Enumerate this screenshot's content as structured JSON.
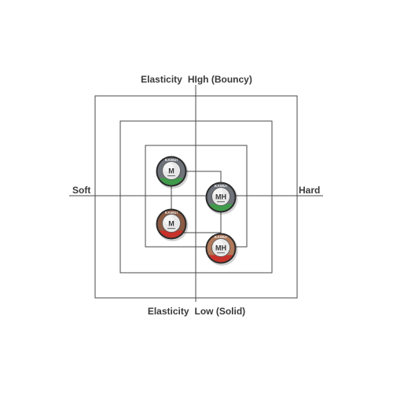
{
  "labels": {
    "top_left": "Elasticity",
    "top_right": "HIgh (Bouncy)",
    "bottom_left": "Elasticity",
    "bottom_right": "Low (Solid)",
    "left": "Soft",
    "right": "Hard"
  },
  "chips": [
    {
      "id": "green-m",
      "letter": "M",
      "brand": "KAMUI",
      "accent": "#3f9b4a",
      "body": "#6e737a"
    },
    {
      "id": "green-mh",
      "letter": "MH",
      "brand": "KAMUI",
      "accent": "#3f9b4a",
      "body": "#6e737a"
    },
    {
      "id": "red-m",
      "letter": "M",
      "brand": "KAMUI",
      "accent": "#c8322b",
      "body": "#8a5a43"
    },
    {
      "id": "red-mh",
      "letter": "MH",
      "brand": "KAMUI",
      "accent": "#c8322b",
      "body": "#b0795a"
    }
  ],
  "colors": {
    "lines": "#4a4a4a",
    "text": "#3a3a3a"
  }
}
